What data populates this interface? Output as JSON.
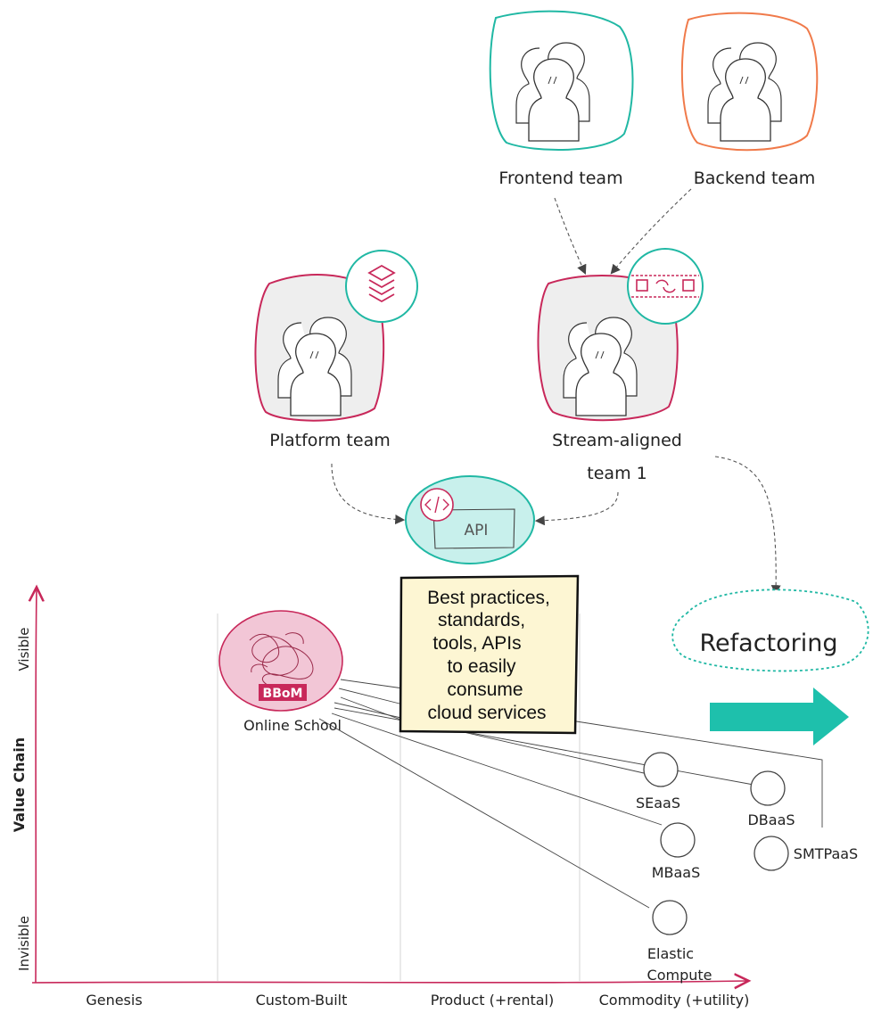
{
  "teams": {
    "frontend": "Frontend team",
    "backend": "Backend team",
    "platform": "Platform team",
    "stream_line1": "Stream-aligned",
    "stream_line2": "team 1"
  },
  "api_label": "API",
  "note_lines": [
    "Best practices,",
    "standards,",
    "tools, APIs",
    "to easily",
    "consume",
    "cloud services"
  ],
  "refactoring": "Refactoring",
  "bbom_badge": "BBoM",
  "components": {
    "online_school": "Online School",
    "seaas": "SEaaS",
    "dbaas": "DBaaS",
    "mbaas": "MBaaS",
    "smtpaas": "SMTPaaS",
    "elastic_line1": "Elastic",
    "elastic_line2": "Compute"
  },
  "axes": {
    "y_title": "Value Chain",
    "y_top": "Visible",
    "y_bottom": "Invisible",
    "stages": [
      "Genesis",
      "Custom-Built",
      "Product (+rental)",
      "Commodity (+utility)"
    ]
  },
  "colors": {
    "teal": "#20b8a4",
    "orange": "#f07a4a",
    "crimson": "#c8285a",
    "note_bg": "#fdf6d3",
    "api_bg": "#c8f0ec",
    "bbom_bg": "#f2c6d6",
    "arrow": "#1ec0ac"
  },
  "icons": [
    "team-people-icon",
    "layers-icon",
    "stream-flow-icon",
    "code-icon",
    "tangle-icon"
  ]
}
